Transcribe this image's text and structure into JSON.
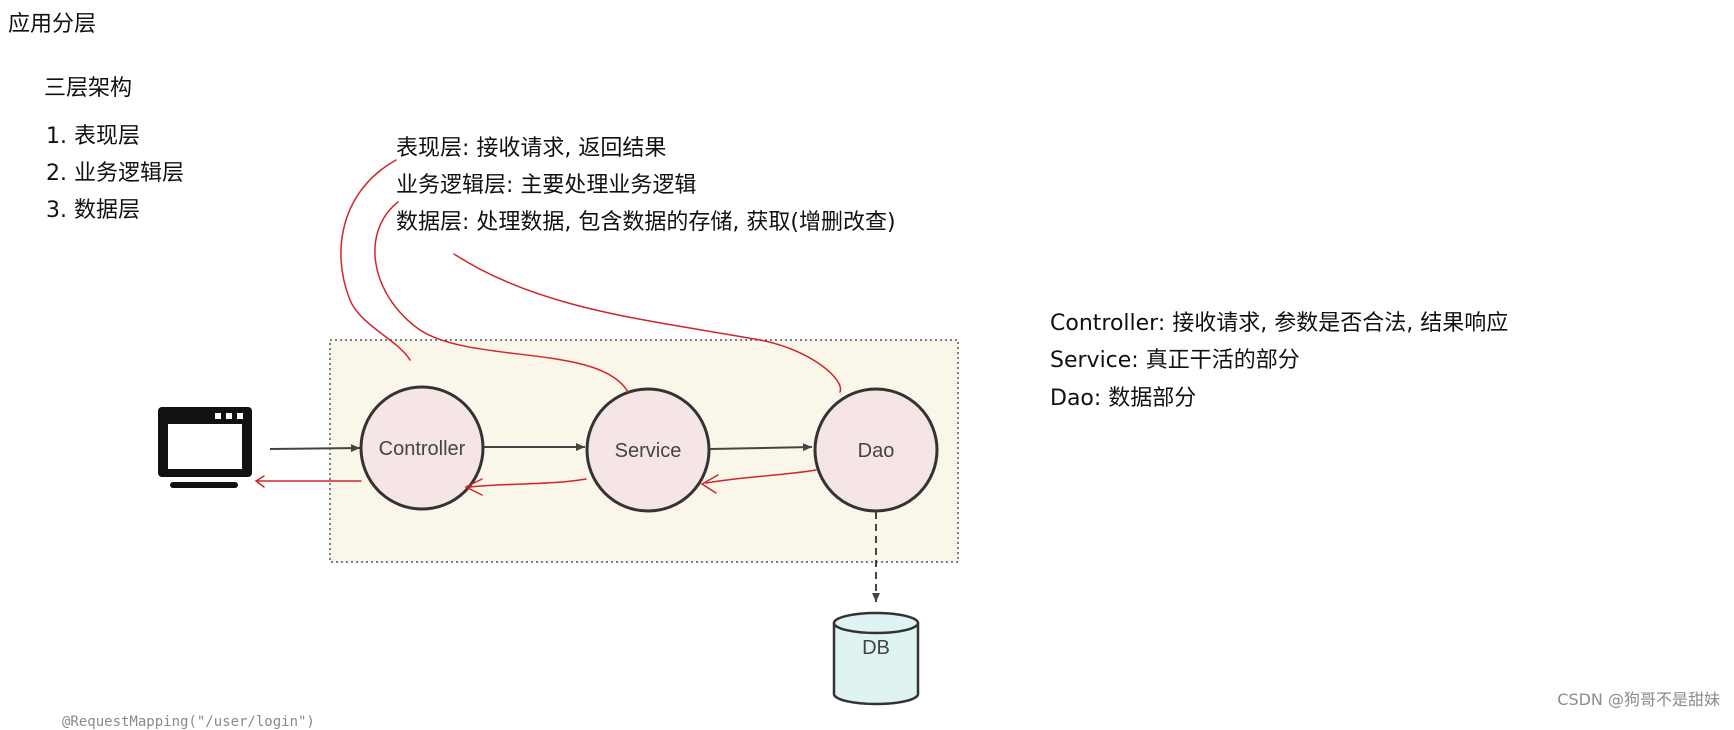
{
  "title": "应用分层",
  "subtitle": "三层架构",
  "layers": [
    "1. 表现层",
    "2. 业务逻辑层",
    "3. 数据层"
  ],
  "layer_notes": [
    "表现层: 接收请求, 返回结果",
    "业务逻辑层: 主要处理业务逻辑",
    "数据层: 处理数据, 包含数据的存储, 获取(增删改查)"
  ],
  "components": {
    "controller": "Controller",
    "service": "Service",
    "dao": "Dao",
    "db": "DB"
  },
  "component_notes": [
    "Controller: 接收请求, 参数是否合法, 结果响应",
    "Service: 真正干活的部分",
    "Dao:  数据部分"
  ],
  "colors": {
    "node_fill": "#f6e5e5",
    "node_stroke": "#333333",
    "box_fill": "#faf7ea",
    "db_fill": "#dff3f2",
    "annotation_red": "#d0262a"
  },
  "watermark": "CSDN @狗哥不是甜妹"
}
